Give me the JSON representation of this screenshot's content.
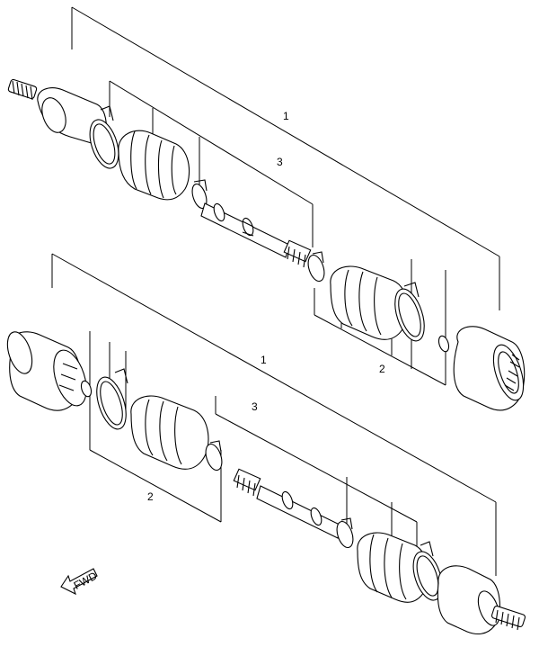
{
  "diagram": {
    "upper_assembly": {
      "callout_assembly": "1",
      "callout_shaft": "3",
      "callout_boot_set": "2"
    },
    "lower_assembly": {
      "callout_assembly": "1",
      "callout_shaft": "3",
      "callout_boot_set": "2"
    },
    "direction_marker": {
      "label": "FWD",
      "icon": "arrow-icon"
    }
  }
}
